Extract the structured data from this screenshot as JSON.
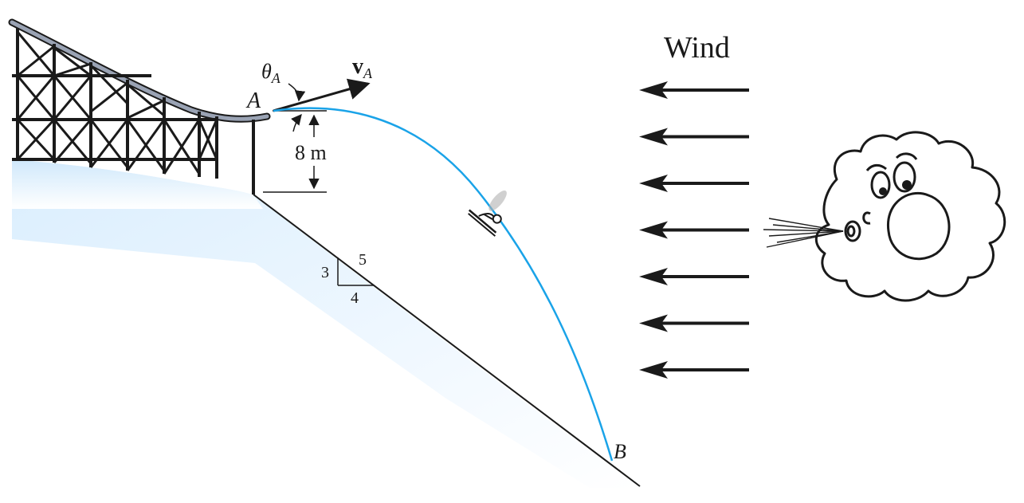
{
  "labels": {
    "wind": "Wind",
    "point_a": "A",
    "point_b": "B",
    "height": "8 m",
    "angle_symbol": "θ",
    "angle_sub": "A",
    "velocity_symbol": "v",
    "velocity_sub": "A",
    "slope_rise": "3",
    "slope_hyp": "5",
    "slope_run": "4"
  },
  "colors": {
    "trajectory": "#1aa3e8",
    "snow": "#dcefff",
    "ink": "#1a1a1a"
  },
  "wind_arrow_count": 7,
  "icons": [
    "trestle-structure",
    "skier-icon",
    "wind-cloud-face-icon"
  ]
}
